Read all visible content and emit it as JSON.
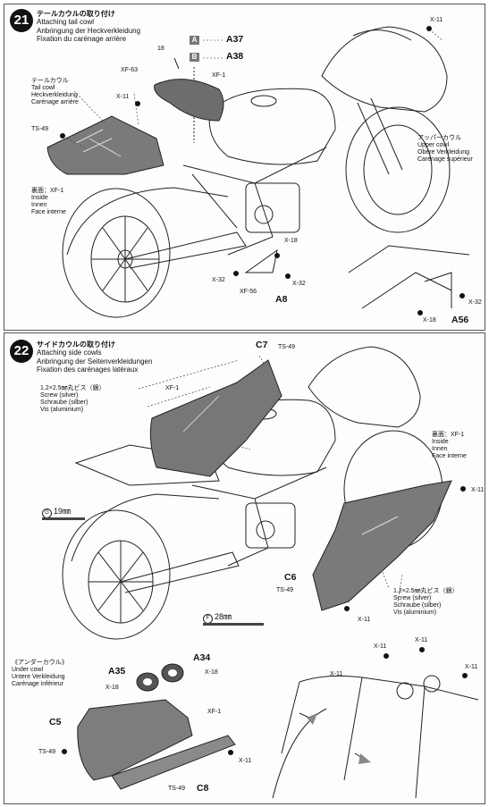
{
  "step21": {
    "number": "21",
    "title_jp": "テールカウルの取り付け",
    "title_en": "Attaching tail cowl",
    "title_de": "Anbringung der Heckverkleidung",
    "title_fr": "Fixation du carénage arrière",
    "tail_cowl": {
      "jp": "テールカウル",
      "en": "Tail cowl",
      "de": "Heckverkleidung",
      "fr": "Carénage arrière"
    },
    "inside": {
      "jp": "裏面：XF-1",
      "en": "Inside",
      "de": "Innen",
      "fr": "Face interne"
    },
    "upper_cowl": {
      "jp": "アッパーカウル",
      "en": "Upper cowl",
      "de": "Obere Verkleidung",
      "fr": "Carénage supérieur"
    },
    "markers": {
      "a_letter": "A",
      "a_part": "A37",
      "b_letter": "B",
      "b_part": "A38"
    },
    "labels": {
      "xf63": "XF-63",
      "xf1": "XF-1",
      "x11_tl": "X-11",
      "ts49": "TS-49",
      "x11_tr": "X-11",
      "x18": "X-18",
      "x32_a": "X-32",
      "x32_b": "X-32",
      "xf56": "XF-56",
      "a8": "A8",
      "x32_c": "X-32",
      "x18_b": "X-18",
      "a56": "A56",
      "num18": "18"
    }
  },
  "step22": {
    "number": "22",
    "title_jp": "サイドカウルの取り付け",
    "title_en": "Attaching side cowls",
    "title_de": "Anbringung der Seitenverkleidungen",
    "title_fr": "Fixation des carénages latéraux",
    "screw_left": {
      "jp": "1.2×2.5㎜丸ビス（銀）",
      "en": "Screw (silver)",
      "de": "Schraube (silber)",
      "fr": "Vis (aluminium)"
    },
    "screw_right": {
      "jp": "1.2×2.5㎜丸ビス（銀）",
      "en": "Screw (silver)",
      "de": "Schraube (silber)",
      "fr": "Vis (aluminium)"
    },
    "inside": {
      "jp": "裏面：XF-1",
      "en": "Inside",
      "de": "Innen",
      "fr": "Face interne"
    },
    "under_cowl": {
      "jp": "《アンダーカウル》",
      "en": "Under cowl",
      "de": "Untere Verkleidung",
      "fr": "Carénage inférieur"
    },
    "paint_g": {
      "letter": "G",
      "size": "19㎜"
    },
    "paint_f": {
      "letter": "F",
      "size": "28㎜"
    },
    "labels": {
      "c7": "C7",
      "ts49_top": "TS-49",
      "xf1": "XF-1",
      "x11_r": "X-11",
      "c6": "C6",
      "ts49_mid": "TS-49",
      "x11_bot": "X-11",
      "a34": "A34",
      "x18_a34": "X-18",
      "a35": "A35",
      "x18_a35": "X-18",
      "c5": "C5",
      "xf1_under": "XF-1",
      "ts49_under": "TS-49",
      "x11_under": "X-11",
      "ts49_c8": "TS-49",
      "c8": "C8",
      "x11_d1": "X-11",
      "x11_d2": "X-11",
      "x11_d3": "X-11",
      "x11_d4": "X-11"
    }
  }
}
